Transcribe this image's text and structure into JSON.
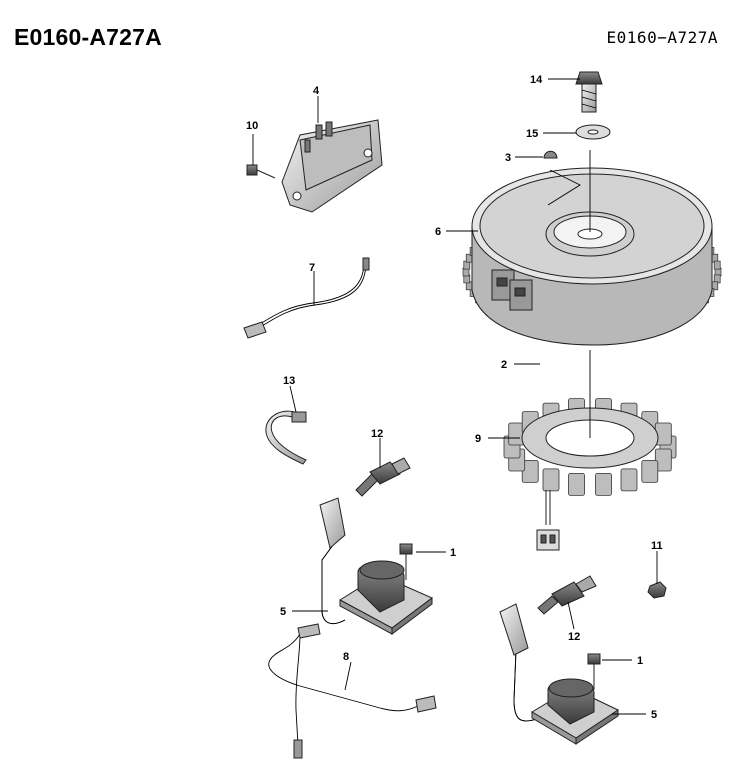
{
  "header": {
    "title_left": "E0160-A727A",
    "title_right": "E0160−A727A"
  },
  "callouts": {
    "c1a": "1",
    "c1b": "1",
    "c2": "2",
    "c3": "3",
    "c4": "4",
    "c5a": "5",
    "c5b": "5",
    "c6": "6",
    "c7": "7",
    "c8": "8",
    "c9": "9",
    "c10": "10",
    "c11": "11",
    "c12a": "12",
    "c12b": "12",
    "c13": "13",
    "c14": "14",
    "c15": "15"
  }
}
